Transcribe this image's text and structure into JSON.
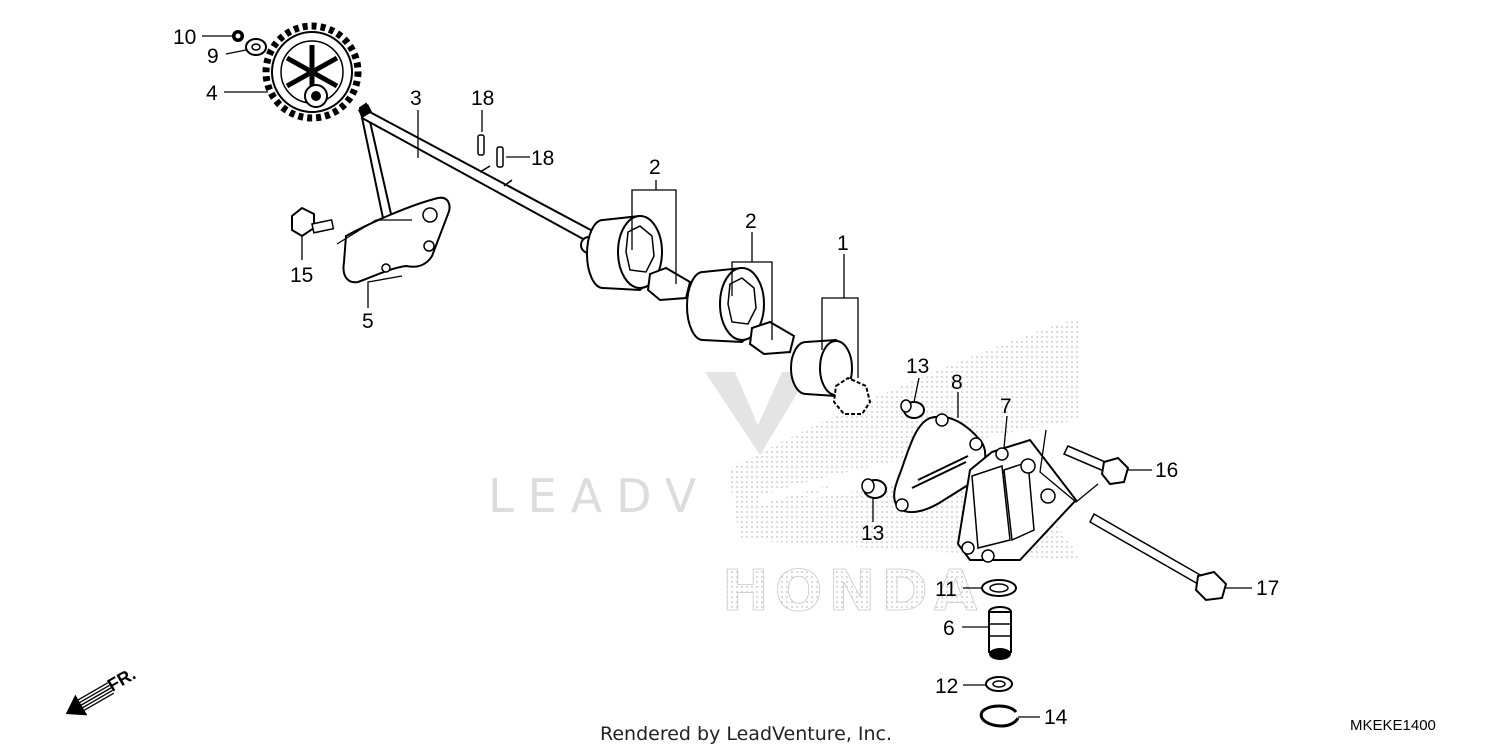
{
  "labels": {
    "n10": "10",
    "n9": "9",
    "n4": "4",
    "n3": "3",
    "n18a": "18",
    "n18b": "18",
    "n15": "15",
    "n5": "5",
    "n2a": "2",
    "n2b": "2",
    "n1": "1",
    "n13a": "13",
    "n8": "8",
    "n7": "7",
    "n16": "16",
    "n13b": "13",
    "n11": "11",
    "n17": "17",
    "n6": "6",
    "n12": "12",
    "n14": "14"
  },
  "watermark": {
    "text": "LEADV",
    "logo_text": "HONDA"
  },
  "footer": {
    "rendered_by": "Rendered by LeadVenture, Inc.",
    "diagram_code": "MKEKE1400"
  },
  "direction": {
    "label": "FR."
  },
  "colors": {
    "ink": "#000000",
    "watermark": "#dcdcdc",
    "background": "#ffffff"
  }
}
